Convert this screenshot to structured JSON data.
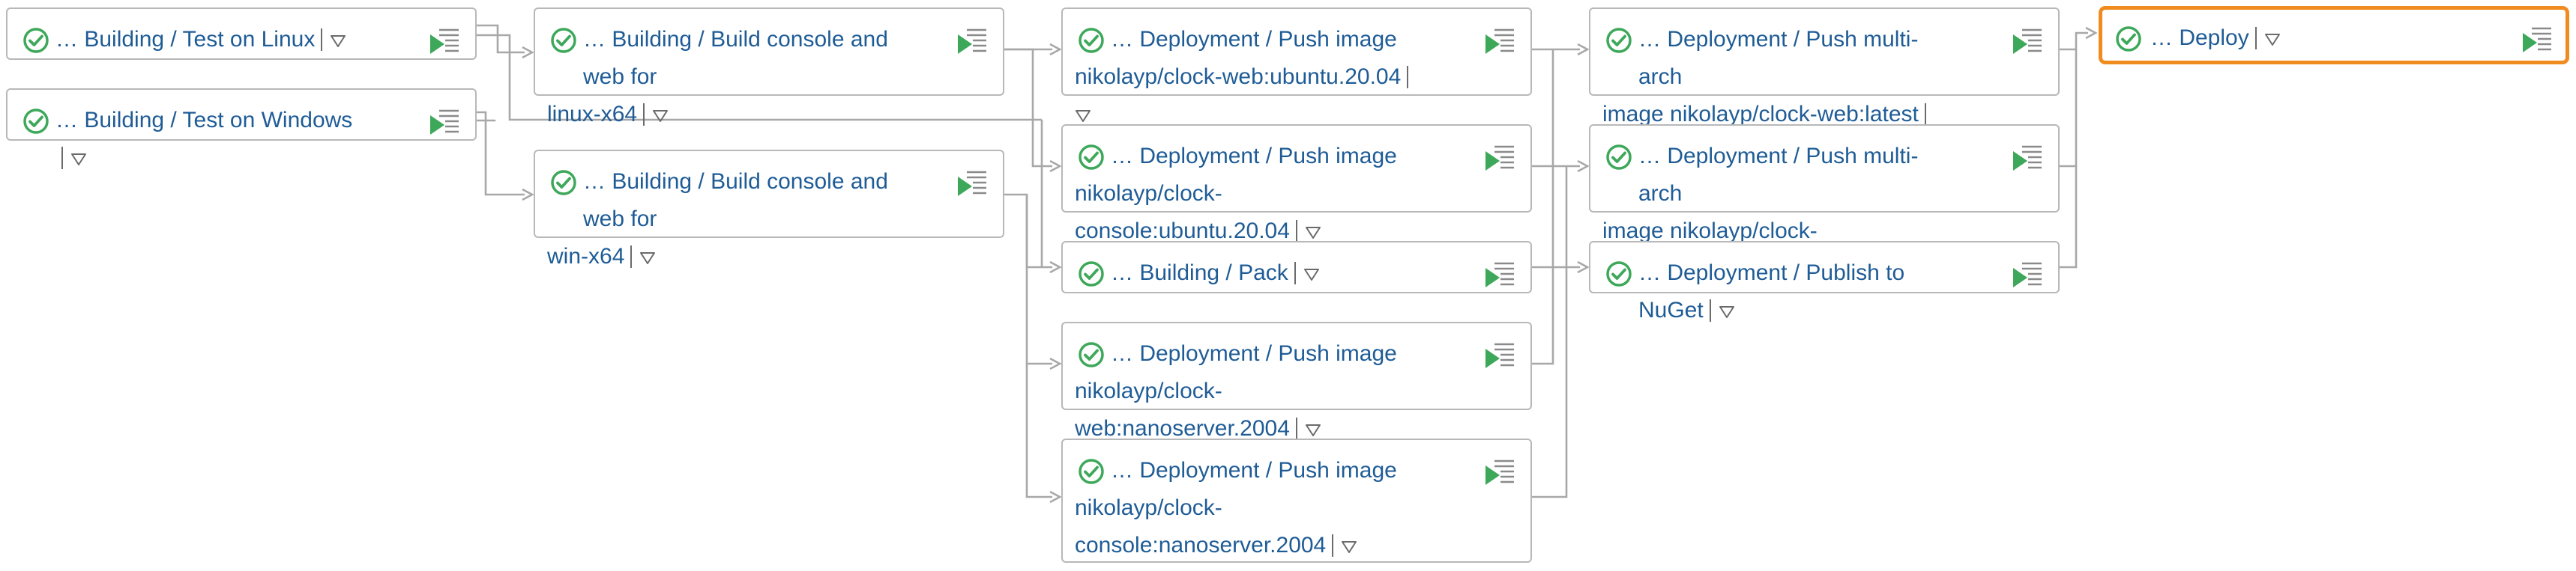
{
  "colors": {
    "link": "#1f5c96",
    "success": "#3ea85a",
    "border": "#b8b8b8",
    "wire": "#a8a8a8",
    "selected": "#f08c1f"
  },
  "icons": {
    "status": "check-circle-icon",
    "menu": "triangle-down-icon",
    "run": "run-build-icon"
  },
  "nodes": [
    {
      "id": "test-linux",
      "line1": "… Building / Test on Linux",
      "line2": "",
      "status": "success"
    },
    {
      "id": "test-windows",
      "line1": "… Building / Test on Windows",
      "line2": "",
      "status": "success"
    },
    {
      "id": "build-linux",
      "line1": "… Building / Build console and web for",
      "line2": "linux-x64",
      "status": "success"
    },
    {
      "id": "build-win",
      "line1": "… Building / Build console and web for",
      "line2": "win-x64",
      "status": "success"
    },
    {
      "id": "push-web-ubuntu",
      "line1": "… Deployment / Push image",
      "line2": "nikolayp/clock-web:ubuntu.20.04",
      "status": "success"
    },
    {
      "id": "push-console-ubuntu",
      "line1": "… Deployment / Push image",
      "line2": "nikolayp/clock-console:ubuntu.20.04",
      "status": "success"
    },
    {
      "id": "pack",
      "line1": "… Building / Pack",
      "line2": "",
      "status": "success"
    },
    {
      "id": "push-web-nano",
      "line1": "… Deployment / Push image",
      "line2": "nikolayp/clock-web:nanoserver.2004",
      "status": "success"
    },
    {
      "id": "push-console-nano",
      "line1": "… Deployment / Push image",
      "line2": "nikolayp/clock-",
      "line3": "console:nanoserver.2004",
      "status": "success"
    },
    {
      "id": "multiarch-web",
      "line1": "… Deployment / Push multi-arch",
      "line2": "image nikolayp/clock-web:latest",
      "status": "success"
    },
    {
      "id": "multiarch-console",
      "line1": "… Deployment / Push multi-arch",
      "line2": "image nikolayp/clock-console:latest",
      "status": "success"
    },
    {
      "id": "nuget",
      "line1": "… Deployment / Publish to NuGet",
      "line2": "",
      "status": "success"
    },
    {
      "id": "deploy",
      "line1": "… Deploy",
      "line2": "",
      "status": "success",
      "selected": true
    }
  ]
}
